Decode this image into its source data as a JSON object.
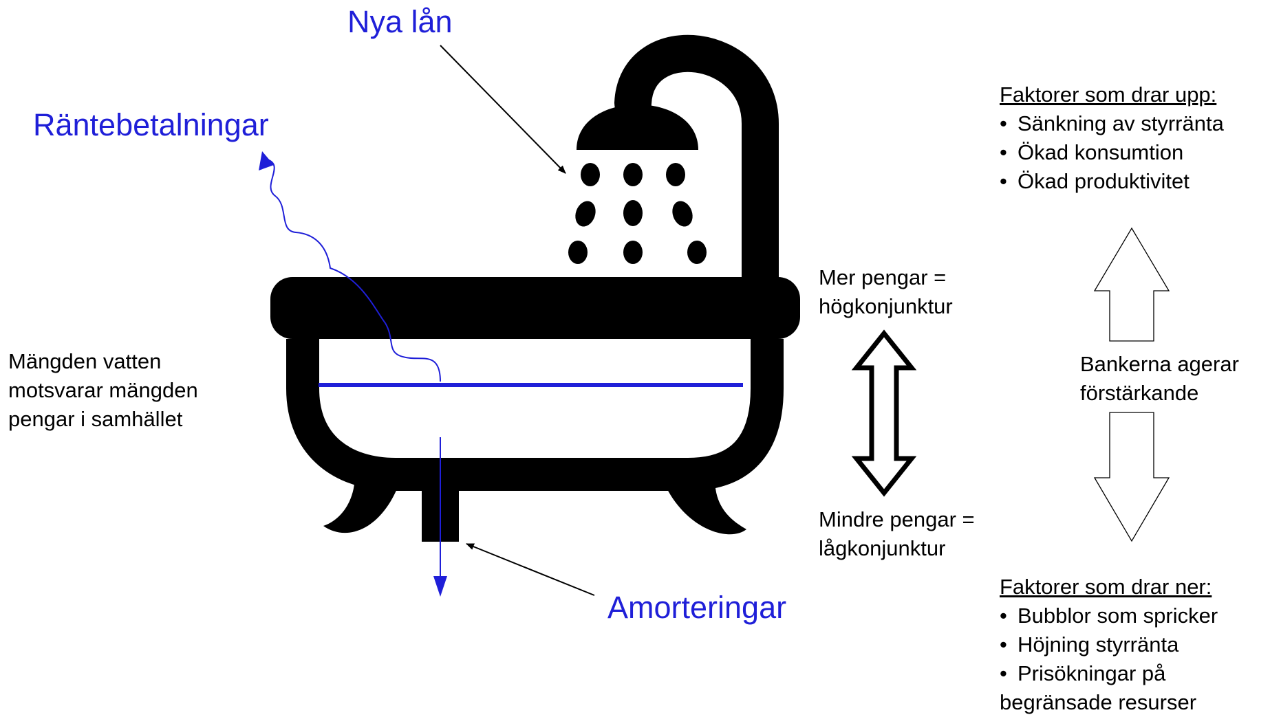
{
  "labels": {
    "nya_lan": "Nya lån",
    "rantebetalningar": "Räntebetalningar",
    "amorteringar": "Amorteringar",
    "water_line1": "Mängden vatten",
    "water_line2": "motsvarar mängden",
    "water_line3": "pengar i samhället",
    "mer_line1": "Mer pengar =",
    "mer_line2": "högkonjunktur",
    "mindre_line1": "Mindre pengar =",
    "mindre_line2": "lågkonjunktur",
    "banks_line1": "Bankerna agerar",
    "banks_line2": "förstärkande"
  },
  "factors_up": {
    "heading": "Faktorer som drar upp:",
    "items": [
      "Sänkning av styrränta",
      "Ökad konsumtion",
      "Ökad produktivitet"
    ]
  },
  "factors_down": {
    "heading": "Faktorer som drar ner:",
    "items": [
      "Bubblor som spricker",
      "Höjning styrränta",
      "Prisökningar på",
      "begränsade resurser"
    ]
  },
  "colors": {
    "flow_blue": "#1f1fd8",
    "tub": "#000000"
  },
  "icons": [
    "bathtub-icon",
    "shower-head-icon",
    "up-down-arrow-icon"
  ]
}
